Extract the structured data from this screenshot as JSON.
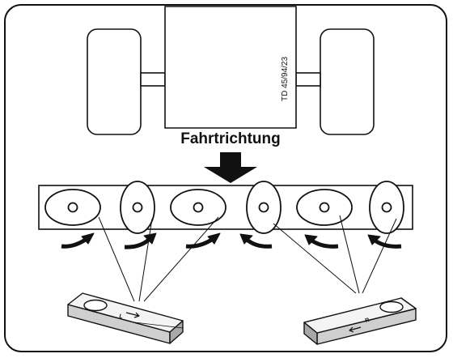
{
  "diagram": {
    "direction_label": "Fahrtrichtung",
    "drawing_code": "TD 45/94/23",
    "blade_left_mark": "L",
    "blade_right_mark": "R",
    "line_color": "#111111",
    "background": "#ffffff"
  }
}
